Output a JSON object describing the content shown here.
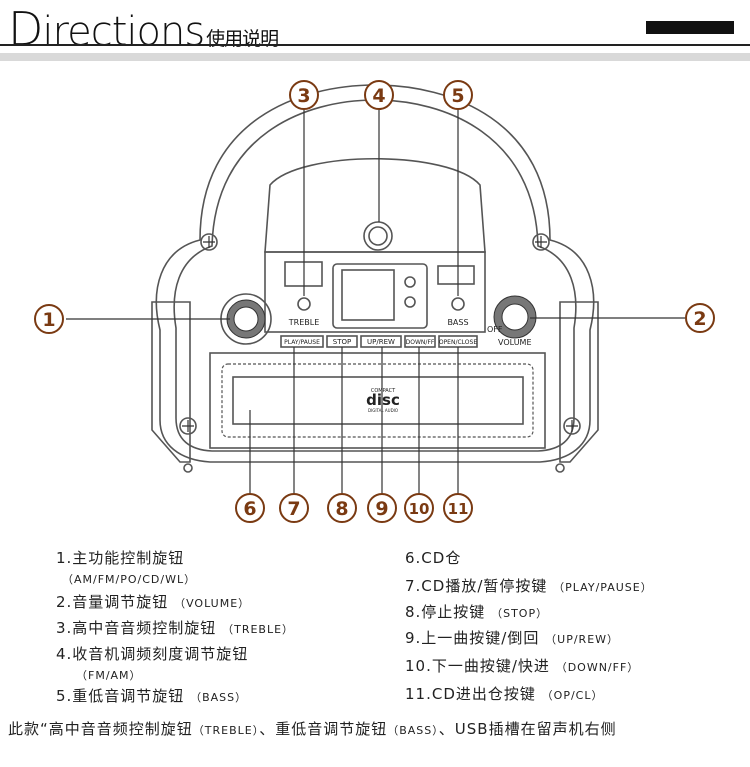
{
  "header": {
    "title_cap": "D",
    "title_rest": "irections",
    "title_cn": "使用说明"
  },
  "diagram": {
    "callouts": [
      "1",
      "2",
      "3",
      "4",
      "5",
      "6",
      "7",
      "8",
      "9",
      "10",
      "11"
    ],
    "labels": {
      "treble": "TREBLE",
      "bass": "BASS",
      "off": "OFF",
      "volume": "VOLUME",
      "play_pause": "PLAY/PAUSE",
      "stop": "STOP",
      "up_rew": "UP/REW",
      "down_ff": "DOWN/FF",
      "open_close": "OPEN/CLOSE",
      "disc_logo": "disc",
      "disc_top": "COMPACT",
      "disc_bottom": "DIGITAL AUDIO"
    }
  },
  "list_left": [
    {
      "text": "1.主功能控制旋钮",
      "sub": "（AM/FM/PO/CD/WL）"
    },
    {
      "text": "2.音量调节旋钮",
      "sub": "（VOLUME）"
    },
    {
      "text": "3.高中音音频控制旋钮",
      "sub": "（TREBLE）"
    },
    {
      "text": "4.收音机调频刻度调节旋钮",
      "sub": "（FM/AM）"
    },
    {
      "text": "5.重低音调节旋钮",
      "sub": "（BASS）"
    }
  ],
  "list_right": [
    {
      "text": "6.CD仓",
      "sub": ""
    },
    {
      "text": "7.CD播放/暂停按键",
      "sub": "（PLAY/PAUSE）"
    },
    {
      "text": "8.停止按键",
      "sub": "（STOP）"
    },
    {
      "text": "9.上一曲按键/倒回",
      "sub": "（UP/REW）"
    },
    {
      "text": "10.下一曲按键/快进",
      "sub": "（DOWN/FF）"
    },
    {
      "text": "11.CD进出仓按键",
      "sub": "（OP/CL）"
    }
  ],
  "note": {
    "p1": "此款“高中音音频控制旋钮",
    "p2": "（TREBLE）",
    "p3": "、重低音调节旋钮",
    "p4": "（BASS）",
    "p5": "、USB插槽在留声机右侧"
  }
}
